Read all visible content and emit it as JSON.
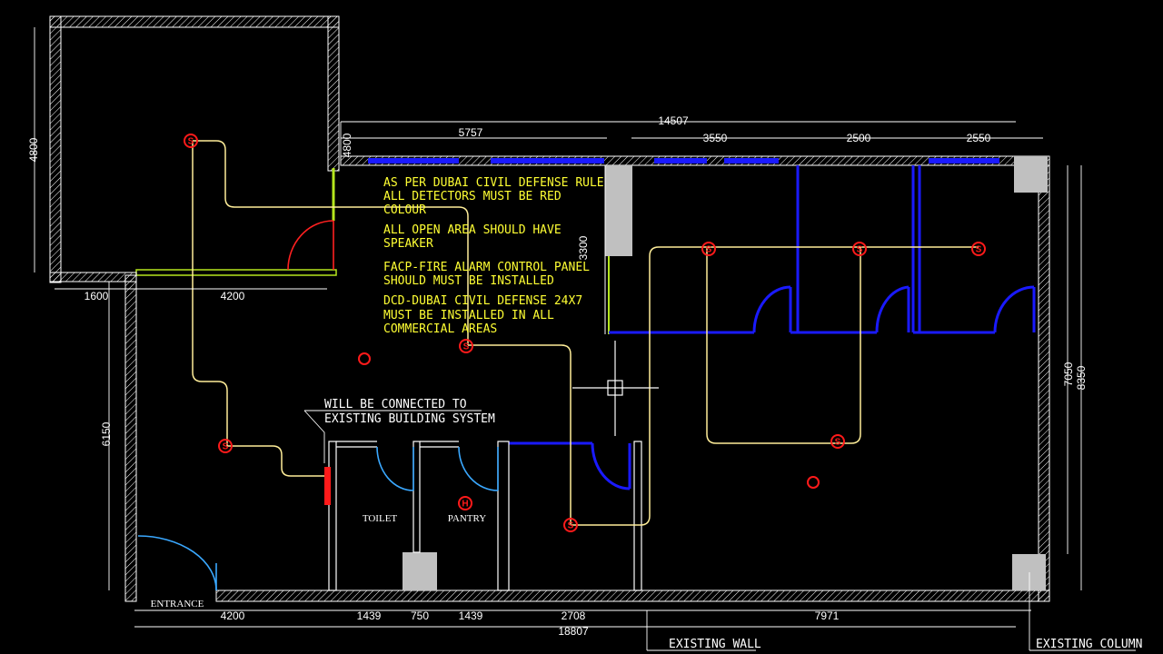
{
  "dimensions": {
    "overall_top": "14507",
    "top_left": "5757",
    "top_mid": "3550",
    "top_right_a": "2500",
    "top_right_b": "2550",
    "upper_left_height": "4800",
    "upper_small": "4800",
    "left_1600": "1600",
    "left_4200": "4200",
    "left_height": "6150",
    "right_inner": "7050",
    "right_outer": "8350",
    "internal_3300": "3300",
    "bottom_entrance": "4200",
    "bottom_1439a": "1439",
    "bottom_750": "750",
    "bottom_1439b": "1439",
    "bottom_2708": "2708",
    "bottom_7971": "7971",
    "overall_bottom": "18807"
  },
  "notes": [
    "AS PER DUBAI CIVIL DEFENSE RULE",
    "ALL DETECTORS MUST BE RED",
    "COLOUR",
    "ALL OPEN AREA SHOULD HAVE",
    "SPEAKER",
    "FACP-FIRE ALARM CONTROL PANEL",
    "SHOULD MUST BE INSTALLED",
    "DCD-DUBAI CIVIL DEFENSE 24X7",
    "MUST BE INSTALLED IN ALL",
    "COMMERCIAL AREAS"
  ],
  "callout": [
    "WILL BE CONNECTED TO",
    "EXISTING BUILDING SYSTEM"
  ],
  "rooms": {
    "toilet": "TOILET",
    "pantry": "PANTRY",
    "entrance": "ENTRANCE"
  },
  "legend": {
    "existing_wall": "EXISTING WALL",
    "existing_column": "EXISTING COLUMN"
  },
  "symbols": {
    "smoke": "S",
    "heat": "H"
  },
  "colors": {
    "wall": "#ffffff",
    "partition": "#1a1aff",
    "cable": "#ffee99",
    "detector": "#ff1a1a",
    "note": "#ffff33",
    "glazing_green": "#b5e61d"
  }
}
